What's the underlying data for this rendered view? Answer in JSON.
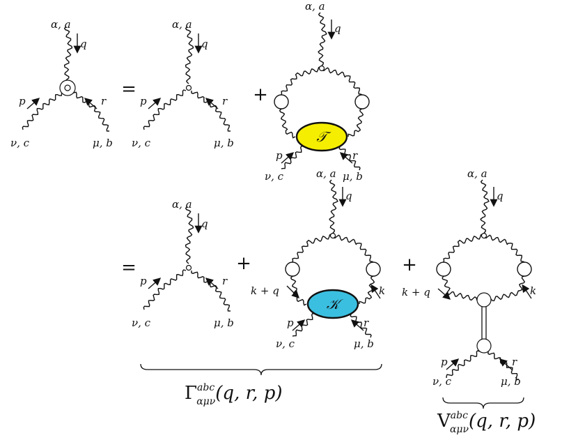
{
  "labels": {
    "alpha_a": "α, a",
    "q": "q",
    "p": "p",
    "r": "r",
    "nu_c": "ν, c",
    "mu_b": "μ, b",
    "k_plus_q": "k + q",
    "k": "k",
    "equals": "=",
    "plus": "+",
    "T": "𝒯",
    "K": "𝒦"
  },
  "brackets": {
    "gamma": {
      "base": "Γ",
      "sup": "abc",
      "sub": "αμν",
      "args": "(q, r, p)"
    },
    "vertex": {
      "base": "V",
      "sup": "abc",
      "sub": "αμν",
      "args": "(q, r, p)"
    }
  },
  "colors": {
    "full_vertex": "#b03a3a",
    "kernel_T": "#f5ee00",
    "kernel_K": "#3bbfe0",
    "pole_vertex": "#7ec242"
  }
}
